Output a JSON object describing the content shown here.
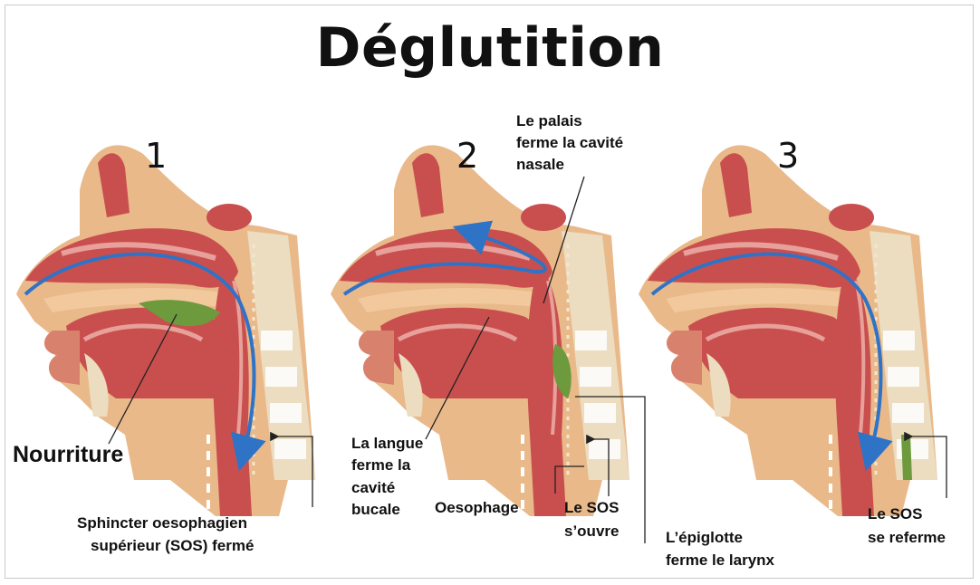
{
  "title": "Déglutition",
  "steps": [
    "1",
    "2",
    "3"
  ],
  "labels": {
    "food": "Nourriture",
    "sos_closed_1": "Sphincter oesophagien",
    "sos_closed_2": "supérieur (SOS) fermé",
    "palate_1": "Le palais",
    "palate_2": "ferme la cavité",
    "palate_3": "nasale",
    "tongue_1": "La langue",
    "tongue_2": "ferme la",
    "tongue_3": "cavité",
    "tongue_4": "bucale",
    "oesophagus": "Oesophage",
    "sos_opens_1": "Le SOS",
    "sos_opens_2": "s’ouvre",
    "epiglottis_1": "L’épiglotte",
    "epiglottis_2": "ferme le larynx",
    "sos_recloses_1": "Le SOS",
    "sos_recloses_2": "se referme"
  },
  "colors": {
    "skin": "#e9b98a",
    "tissue": "#c94f4f",
    "tissue_light": "#e7a09a",
    "bone": "#ecdcc0",
    "bone_dark": "#c9b07a",
    "bolus": "#6c9a3c",
    "arrow": "#2f73c7"
  }
}
